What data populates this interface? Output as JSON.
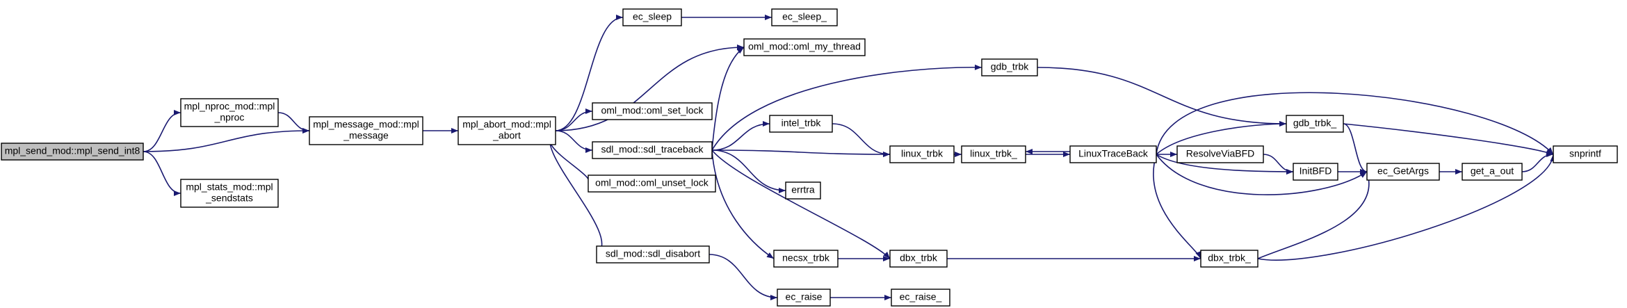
{
  "nodes": {
    "mpl_send_int8": {
      "lines": [
        "mpl_send_mod::mpl_send_int8"
      ],
      "root": true
    },
    "mpl_nproc": {
      "lines": [
        "mpl_nproc_mod::mpl",
        "_nproc"
      ]
    },
    "mpl_sendstats": {
      "lines": [
        "mpl_stats_mod::mpl",
        "_sendstats"
      ]
    },
    "mpl_message": {
      "lines": [
        "mpl_message_mod::mpl",
        "_message"
      ]
    },
    "mpl_abort": {
      "lines": [
        "mpl_abort_mod::mpl",
        "_abort"
      ]
    },
    "ec_sleep": {
      "lines": [
        "ec_sleep"
      ]
    },
    "ec_sleep_": {
      "lines": [
        "ec_sleep_"
      ]
    },
    "oml_my_thread": {
      "lines": [
        "oml_mod::oml_my_thread"
      ]
    },
    "oml_set_lock": {
      "lines": [
        "oml_mod::oml_set_lock"
      ]
    },
    "sdl_traceback": {
      "lines": [
        "sdl_mod::sdl_traceback"
      ]
    },
    "oml_unset_lock": {
      "lines": [
        "oml_mod::oml_unset_lock"
      ]
    },
    "sdl_disabort": {
      "lines": [
        "sdl_mod::sdl_disabort"
      ]
    },
    "gdb_trbk": {
      "lines": [
        "gdb_trbk"
      ]
    },
    "intel_trbk": {
      "lines": [
        "intel_trbk"
      ]
    },
    "linux_trbk": {
      "lines": [
        "linux_trbk"
      ]
    },
    "linux_trbk_": {
      "lines": [
        "linux_trbk_"
      ]
    },
    "LinuxTraceBack": {
      "lines": [
        "LinuxTraceBack"
      ]
    },
    "gdb_trbk_": {
      "lines": [
        "gdb_trbk_"
      ]
    },
    "ResolveViaBFD": {
      "lines": [
        "ResolveViaBFD"
      ]
    },
    "InitBFD": {
      "lines": [
        "InitBFD"
      ]
    },
    "ec_GetArgs": {
      "lines": [
        "ec_GetArgs"
      ]
    },
    "get_a_out": {
      "lines": [
        "get_a_out"
      ]
    },
    "snprintf": {
      "lines": [
        "snprintf"
      ]
    },
    "errtra": {
      "lines": [
        "errtra"
      ]
    },
    "necsx_trbk": {
      "lines": [
        "necsx_trbk"
      ]
    },
    "dbx_trbk": {
      "lines": [
        "dbx_trbk"
      ]
    },
    "dbx_trbk_": {
      "lines": [
        "dbx_trbk_"
      ]
    },
    "ec_raise": {
      "lines": [
        "ec_raise"
      ]
    },
    "ec_raise_": {
      "lines": [
        "ec_raise_"
      ]
    }
  },
  "edges": [
    [
      "mpl_send_int8",
      "mpl_nproc"
    ],
    [
      "mpl_send_int8",
      "mpl_message"
    ],
    [
      "mpl_send_int8",
      "mpl_sendstats"
    ],
    [
      "mpl_nproc",
      "mpl_message"
    ],
    [
      "mpl_message",
      "mpl_abort"
    ],
    [
      "mpl_abort",
      "ec_sleep"
    ],
    [
      "mpl_abort",
      "oml_my_thread"
    ],
    [
      "mpl_abort",
      "oml_set_lock"
    ],
    [
      "mpl_abort",
      "sdl_traceback"
    ],
    [
      "mpl_abort",
      "oml_unset_lock"
    ],
    [
      "mpl_abort",
      "sdl_disabort"
    ],
    [
      "ec_sleep",
      "ec_sleep_"
    ],
    [
      "sdl_traceback",
      "oml_my_thread"
    ],
    [
      "sdl_traceback",
      "gdb_trbk"
    ],
    [
      "sdl_traceback",
      "intel_trbk"
    ],
    [
      "sdl_traceback",
      "linux_trbk"
    ],
    [
      "sdl_traceback",
      "errtra"
    ],
    [
      "sdl_traceback",
      "necsx_trbk"
    ],
    [
      "sdl_traceback",
      "dbx_trbk"
    ],
    [
      "sdl_disabort",
      "ec_raise"
    ],
    [
      "ec_raise",
      "ec_raise_"
    ],
    [
      "gdb_trbk",
      "gdb_trbk_"
    ],
    [
      "intel_trbk",
      "linux_trbk"
    ],
    [
      "linux_trbk",
      "linux_trbk_"
    ],
    [
      "linux_trbk_",
      "LinuxTraceBack"
    ],
    [
      "LinuxTraceBack",
      "linux_trbk_"
    ],
    [
      "LinuxTraceBack",
      "gdb_trbk_"
    ],
    [
      "LinuxTraceBack",
      "ResolveViaBFD"
    ],
    [
      "LinuxTraceBack",
      "InitBFD"
    ],
    [
      "LinuxTraceBack",
      "ec_GetArgs"
    ],
    [
      "LinuxTraceBack",
      "snprintf"
    ],
    [
      "LinuxTraceBack",
      "dbx_trbk_"
    ],
    [
      "ResolveViaBFD",
      "InitBFD"
    ],
    [
      "InitBFD",
      "ec_GetArgs"
    ],
    [
      "gdb_trbk_",
      "ec_GetArgs"
    ],
    [
      "gdb_trbk_",
      "snprintf"
    ],
    [
      "ec_GetArgs",
      "get_a_out"
    ],
    [
      "get_a_out",
      "snprintf"
    ],
    [
      "necsx_trbk",
      "dbx_trbk"
    ],
    [
      "dbx_trbk",
      "dbx_trbk_"
    ],
    [
      "dbx_trbk_",
      "ec_GetArgs"
    ],
    [
      "dbx_trbk_",
      "snprintf"
    ]
  ],
  "colors": {
    "edge": "#191970",
    "root_fill": "#bfbfbf",
    "node_fill": "#ffffff",
    "border": "#000000"
  }
}
